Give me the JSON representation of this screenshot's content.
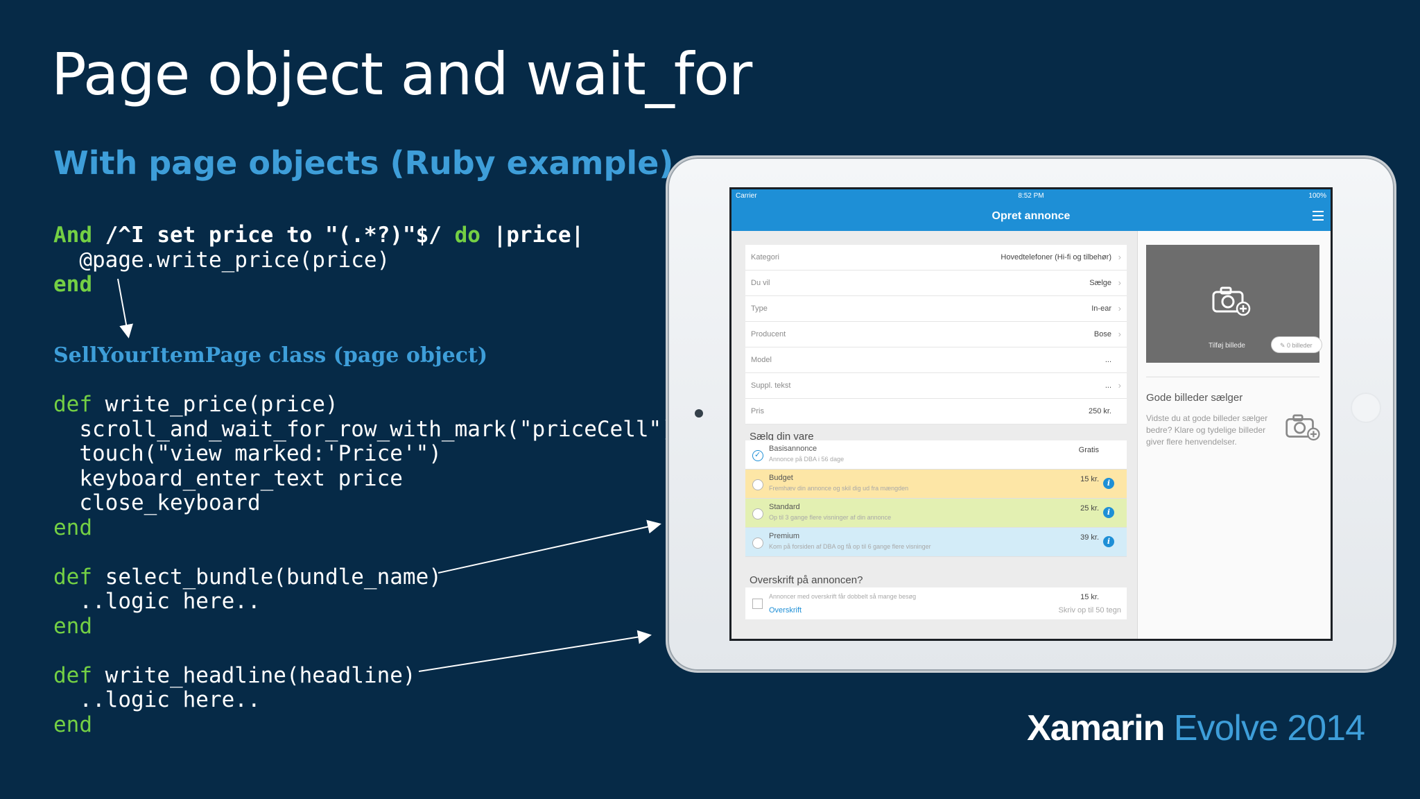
{
  "slide": {
    "title": "Page object and wait_for",
    "subtitle": "With page objects (Ruby example)",
    "section_label": "SellYourItemPage class (page object)",
    "brand_primary": "Xamarin",
    "brand_secondary": "Evolve 2014"
  },
  "code_step": {
    "line1_kw": "And",
    "line1_rest": " /^I set price to \"(.*?)\"$/ ",
    "line1_do": "do",
    "line1_args": " |price|",
    "line2": "  @page.write_price(price)",
    "line3": "end"
  },
  "code_class": {
    "m1_def": "def",
    "m1_sig": " write_price(price)",
    "m1_l1": "  scroll_and_wait_for_row_with_mark(\"priceCell\")",
    "m1_l2": "  touch(\"view marked:'Price'\")",
    "m1_l3": "  keyboard_enter_text price",
    "m1_l4": "  close_keyboard",
    "m1_end": "end",
    "m2_def": "def",
    "m2_sig": " select_bundle(bundle_name)",
    "m2_l1": "  ..logic here..",
    "m2_end": "end",
    "m3_def": "def",
    "m3_sig": " write_headline(headline)",
    "m3_l1": "  ..logic here..",
    "m3_end": "end"
  },
  "app": {
    "status": {
      "carrier": "Carrier",
      "time": "8:52 PM",
      "battery": "100%"
    },
    "nav_title": "Opret annonce",
    "form_rows": [
      {
        "label": "Kategori",
        "value": "Hovedtelefoner (Hi-fi og tilbehør)",
        "chevron": true
      },
      {
        "label": "Du vil",
        "value": "Sælge",
        "chevron": true
      },
      {
        "label": "Type",
        "value": "In-ear",
        "chevron": true
      },
      {
        "label": "Producent",
        "value": "Bose",
        "chevron": true
      },
      {
        "label": "Model",
        "value": "...",
        "chevron": false
      },
      {
        "label": "Suppl. tekst",
        "value": "...",
        "chevron": true
      },
      {
        "label": "Pris",
        "value": "250  kr.",
        "chevron": false
      }
    ],
    "sell_section": "Sælg din vare",
    "bundles": [
      {
        "name": "Basisannonce",
        "desc": "Annonce på DBA i 56 dage",
        "price": "Gratis",
        "color": "#ffffff",
        "checked": true,
        "info": false
      },
      {
        "name": "Budget",
        "desc": "Fremhæv din annonce og skil dig ud fra mængden",
        "price": "15 kr.",
        "color": "#fde6a6",
        "checked": false,
        "info": true
      },
      {
        "name": "Standard",
        "desc": "Op til 3 gange flere visninger af din annonce",
        "price": "25 kr.",
        "color": "#e3f0b2",
        "checked": false,
        "info": true
      },
      {
        "name": "Premium",
        "desc": "Kom på forsiden af DBA og få op til 6 gange flere visninger",
        "price": "39 kr.",
        "color": "#d3ecf8",
        "checked": false,
        "info": true
      }
    ],
    "headline_section": "Overskrift på annoncen?",
    "headline": {
      "desc": "Annoncer med overskrift får dobbelt så mange besøg",
      "price": "15 kr.",
      "link": "Overskrift",
      "hint": "Skriv op til 50 tegn"
    },
    "photo": {
      "add_label": "Tilføj billede",
      "count": "0 billeder"
    },
    "tips": {
      "title": "Gode billeder sælger",
      "text": "Vidste du at gode billeder sælger bedre? Klare og tydelige billeder giver flere henvendelser."
    }
  },
  "colors": {
    "background": "#062a47",
    "accent": "#3e9ed9",
    "keyword": "#74d044",
    "app_bar": "#1e8fd6"
  }
}
